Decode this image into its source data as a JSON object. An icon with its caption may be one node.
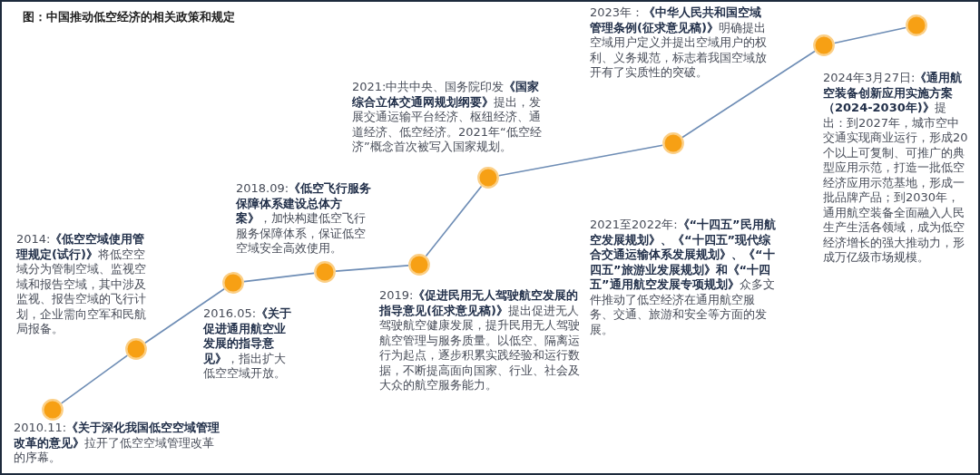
{
  "diagram": {
    "title": "图：中国推动低空经济的相关政策和规定",
    "nodes": [
      {
        "text": [],
        "shape": "circle",
        "beside": [
          "2010.11:**《关于深化我国低空空域管理改革的意见》**拉开了低空空域管理改革的序幕。"
        ]
      },
      {
        "text": [],
        "shape": "circle",
        "beside": [
          "2014:**《低空空域使用管理规定(试行)》**将低空空域分为管制空域、监视空域和报告空域，其中涉及监视、报告空域的飞行计划，企业需向空军和民航局报备。"
        ]
      },
      {
        "text": [],
        "shape": "circle",
        "beside": [
          "2016.05:**《关于促进通用航空业发展的指导意见》**，指出扩大低空空域开放。"
        ]
      },
      {
        "text": [],
        "shape": "circle",
        "beside": [
          "2018.09:**《低空飞行服务保障体系建设总体方案》**，加快构建低空飞行服务保障体系，保证低空空域安全高效使用。"
        ]
      },
      {
        "text": [],
        "shape": "circle",
        "beside": [
          "2019:**《促进民用无人驾驶航空发展的指导意见(征求意见稿)》**提出促进无人驾驶航空健康发展，提升民用无人驾驶航空管理与服务质量。以低空、隔离运行为起点，逐步积累实践经验和运行数据，不断提高面向国家、行业、社会及大众的航空服务能力。"
        ]
      },
      {
        "text": [],
        "shape": "circle",
        "beside": [
          "2021:中共中央、国务院印发**《国家综合立体交通网规划纲要》**提出，发展交通运输平台经济、枢纽经济、通道经济、低空经济。2021年“低空经济”概念首次被写入国家规划。"
        ]
      },
      {
        "text": [],
        "shape": "circle"
      },
      {
        "text": [],
        "shape": "circle"
      },
      {
        "text": [],
        "shape": "circle"
      }
    ],
    "edges": [
      {
        "from": 0,
        "to": 1,
        "arrow": "none"
      },
      {
        "from": 1,
        "to": 2,
        "arrow": "none"
      },
      {
        "from": 2,
        "to": 3,
        "arrow": "none"
      },
      {
        "from": 3,
        "to": 4,
        "arrow": "none"
      },
      {
        "from": 4,
        "to": 5,
        "arrow": "none"
      },
      {
        "from": 5,
        "to": 6,
        "arrow": "none"
      },
      {
        "from": 6,
        "to": 7,
        "arrow": "none"
      },
      {
        "from": 7,
        "to": 8,
        "arrow": "none"
      }
    ],
    "labels": [
      "2021至2022年:**《“十四五”民用航空发展规划》、《“十四五”现代综合交通运输体系发展规划》、《“十四五”旅游业发展规划》和《“十四五”通用航空发展专项规划》**众多文件推动了低空经济在通用航空服务、交通、旅游和安全等方面的发展。",
      "2023年：**《中华人民共和国空域管理条例(征求意见稿)》**明确提出空域用户定义并提出空域用户的权利、义务规范，标志着我国空域放开有了实质性的突破。",
      "2024年3月27日:**《通用航空装备创新应用实施方案（2024-2030年)》**提出：到2027年，城市空中交通实现商业运行，形成20个以上可复制、可推广的典型应用示范，打造一批低空经济应用示范基地，形成一批品牌产品；到2030年，通用航空装备全面融入人民生产生活各领域，成为低空经济增长的强大推动力，形成万亿级市场规模。"
    ]
  }
}
